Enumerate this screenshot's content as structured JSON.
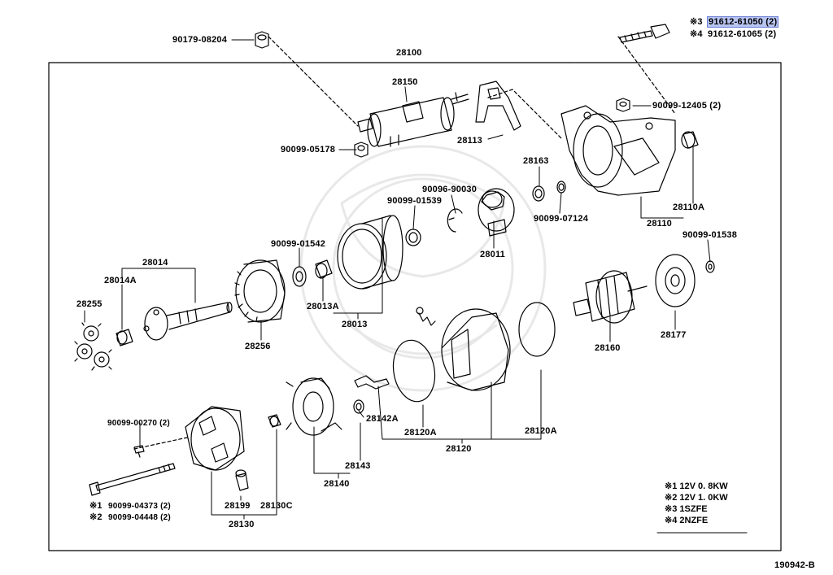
{
  "labels": {
    "p90179_08204": "90179-08204",
    "p28100": "28100",
    "p28150": "28150",
    "p90099_05178": "90099-05178",
    "p28113": "28113",
    "p90099_12405": "90099-12405 (2)",
    "p91612_61050": "91612-61050 (2)",
    "p91612_61065": "91612-61065 (2)",
    "mark3": "※3",
    "mark4": "※4",
    "p28163": "28163",
    "p90096_90030": "90096-90030",
    "p90099_01539": "90099-01539",
    "p90099_07124": "90099-07124",
    "p28110A": "28110A",
    "p28110": "28110",
    "p90099_01538": "90099-01538",
    "p90099_01542": "90099-01542",
    "p28014": "28014",
    "p28014A": "28014A",
    "p28255": "28255",
    "p28013A": "28013A",
    "p28013": "28013",
    "p28011": "28011",
    "p28256": "28256",
    "p28160": "28160",
    "p28177": "28177",
    "p90099_00270": "90099-00270 (2)",
    "p28142A": "28142A",
    "p28120A_1": "28120A",
    "p28120A_2": "28120A",
    "p28120": "28120",
    "p28143": "28143",
    "p28140": "28140",
    "p90099_04373": "90099-04373 (2)",
    "p90099_04448": "90099-04448 (2)",
    "mark1": "※1",
    "mark2": "※2",
    "p28199": "28199",
    "p28130C": "28130C",
    "p28130": "28130",
    "diagram_id": "190942-B"
  },
  "legend": [
    "※1 12V  0. 8KW",
    "※2 12V  1. 0KW",
    "※3 1SZFE",
    "※4 2NZFE"
  ],
  "colors": {
    "highlight": "#b8c4f0",
    "line": "#000000"
  }
}
